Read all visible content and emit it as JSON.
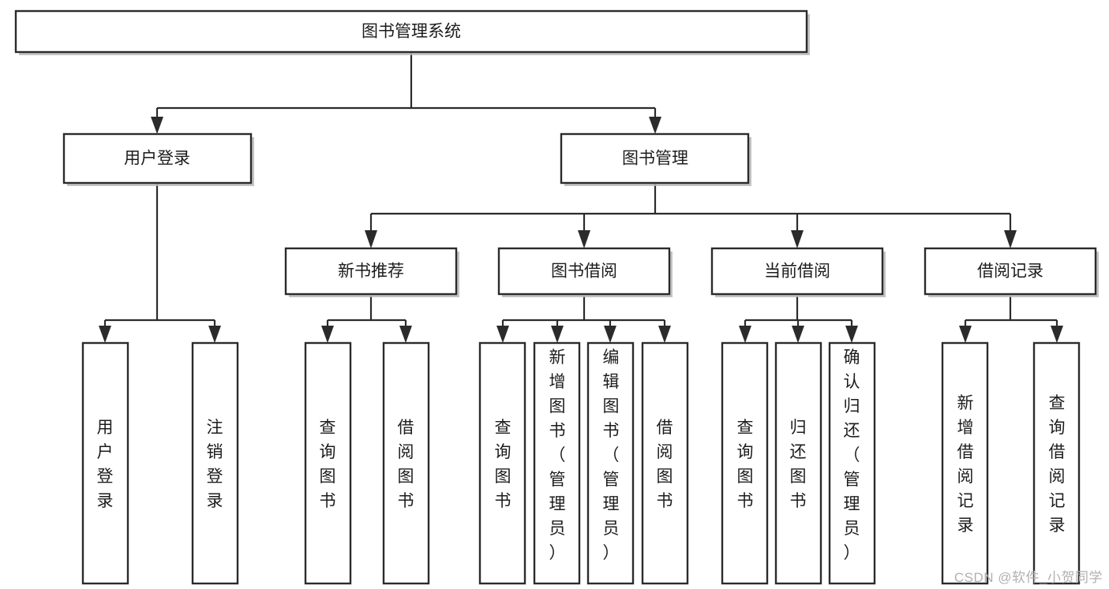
{
  "diagram": {
    "title": "图书管理系统",
    "type": "hierarchy-tree",
    "watermark": "CSDN @软件_小贺同学",
    "colors": {
      "box_stroke": "#2b2b2b",
      "box_fill": "#ffffff",
      "connector": "#2b2b2b",
      "background": "#ffffff",
      "watermark": "#b0b0b0"
    },
    "levels": {
      "root": {
        "label": "图书管理系统"
      },
      "level2": [
        {
          "label": "用户登录"
        },
        {
          "label": "图书管理"
        }
      ],
      "level3": [
        {
          "label": "新书推荐"
        },
        {
          "label": "图书借阅"
        },
        {
          "label": "当前借阅"
        },
        {
          "label": "借阅记录"
        }
      ],
      "leaves": {
        "user_login": [
          {
            "label": "用户登录"
          },
          {
            "label": "注销登录"
          }
        ],
        "new_book_recommend": [
          {
            "label": "查询图书"
          },
          {
            "label": "借阅图书"
          }
        ],
        "book_borrow": [
          {
            "label": "查询图书"
          },
          {
            "label": "新增图书（管理员）"
          },
          {
            "label": "编辑图书（管理员）"
          },
          {
            "label": "借阅图书"
          }
        ],
        "current_borrow": [
          {
            "label": "查询图书"
          },
          {
            "label": "归还图书"
          },
          {
            "label": "确认归还（管理员）"
          }
        ],
        "borrow_record": [
          {
            "label": "新增借阅记录"
          },
          {
            "label": "查询借阅记录"
          }
        ]
      }
    }
  }
}
